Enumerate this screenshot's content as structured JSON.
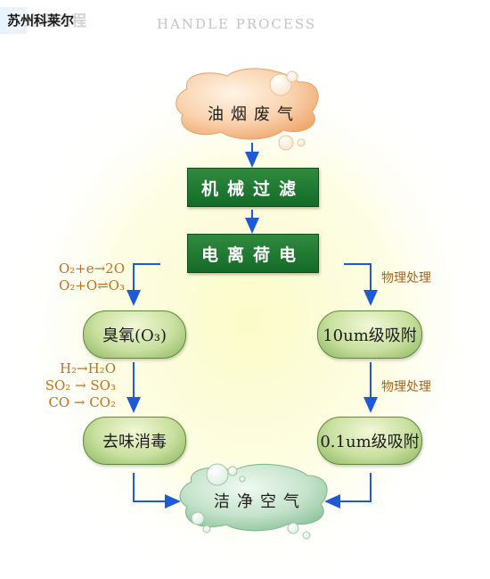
{
  "header": {
    "title": "处理流程",
    "company": "苏州科莱尔",
    "english": "HANDLE PROCESS"
  },
  "flow": {
    "source": "油烟废气",
    "step1": "机械过滤",
    "step2": "电离荷电",
    "left_top": "臭氧(O₃)",
    "left_bottom": "去味消毒",
    "right_top": "10um级吸附",
    "right_bottom": "0.1um级吸附",
    "output": "洁净空气"
  },
  "annotations": {
    "left_formula_top": [
      "O₂+e→2O",
      "O₂+O⇌O₃"
    ],
    "left_formula_bottom": [
      "H₂→H₂O",
      "SO₂ → SO₃",
      "CO → CO₂"
    ],
    "right_tag_top": "物理处理",
    "right_tag_bottom": "物理处理"
  },
  "colors": {
    "arrow": "#1f5ad6",
    "formula_text": "#c0701f",
    "rect_fill": "#1d7a30",
    "pill_fill": "#c9e09f",
    "source_blob": "#f7c79b",
    "output_blob": "#b8d9bf"
  }
}
